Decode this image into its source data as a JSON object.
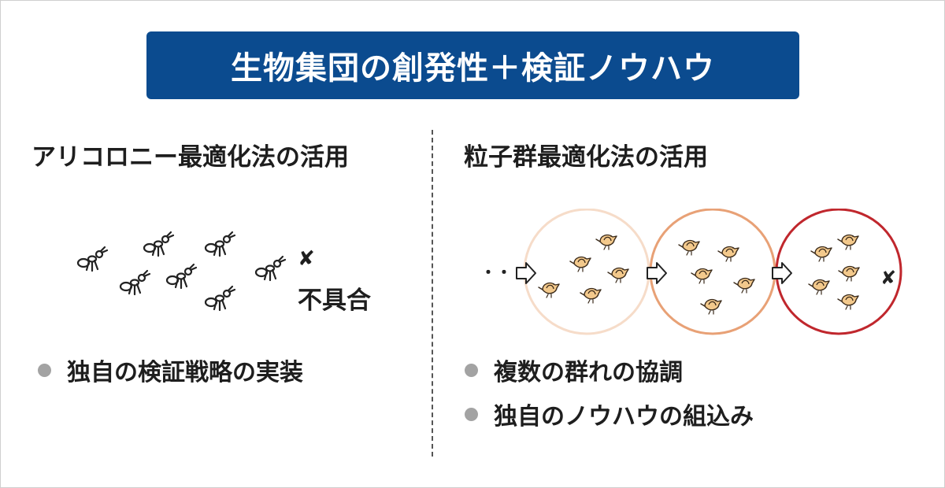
{
  "title": "生物集団の創発性＋検証ノウハウ",
  "left": {
    "heading": "アリコロニー最適化法の活用",
    "defect_mark": "✘",
    "defect_label": "不具合",
    "bullets": [
      "独自の検証戦略の実装"
    ]
  },
  "right": {
    "heading": "粒子群最適化法の活用",
    "ellipsis": "・・・",
    "failure_mark": "✘",
    "circle_colors": [
      "#f6dcc9",
      "#e8a176",
      "#c0272d"
    ],
    "bullets": [
      "複数の群れの協調",
      "独自のノウハウの組込み"
    ]
  },
  "colors": {
    "title_background": "#0b4b8f",
    "bird_fill": "#f3c98c",
    "bullet_dot": "#a3a3a3"
  }
}
